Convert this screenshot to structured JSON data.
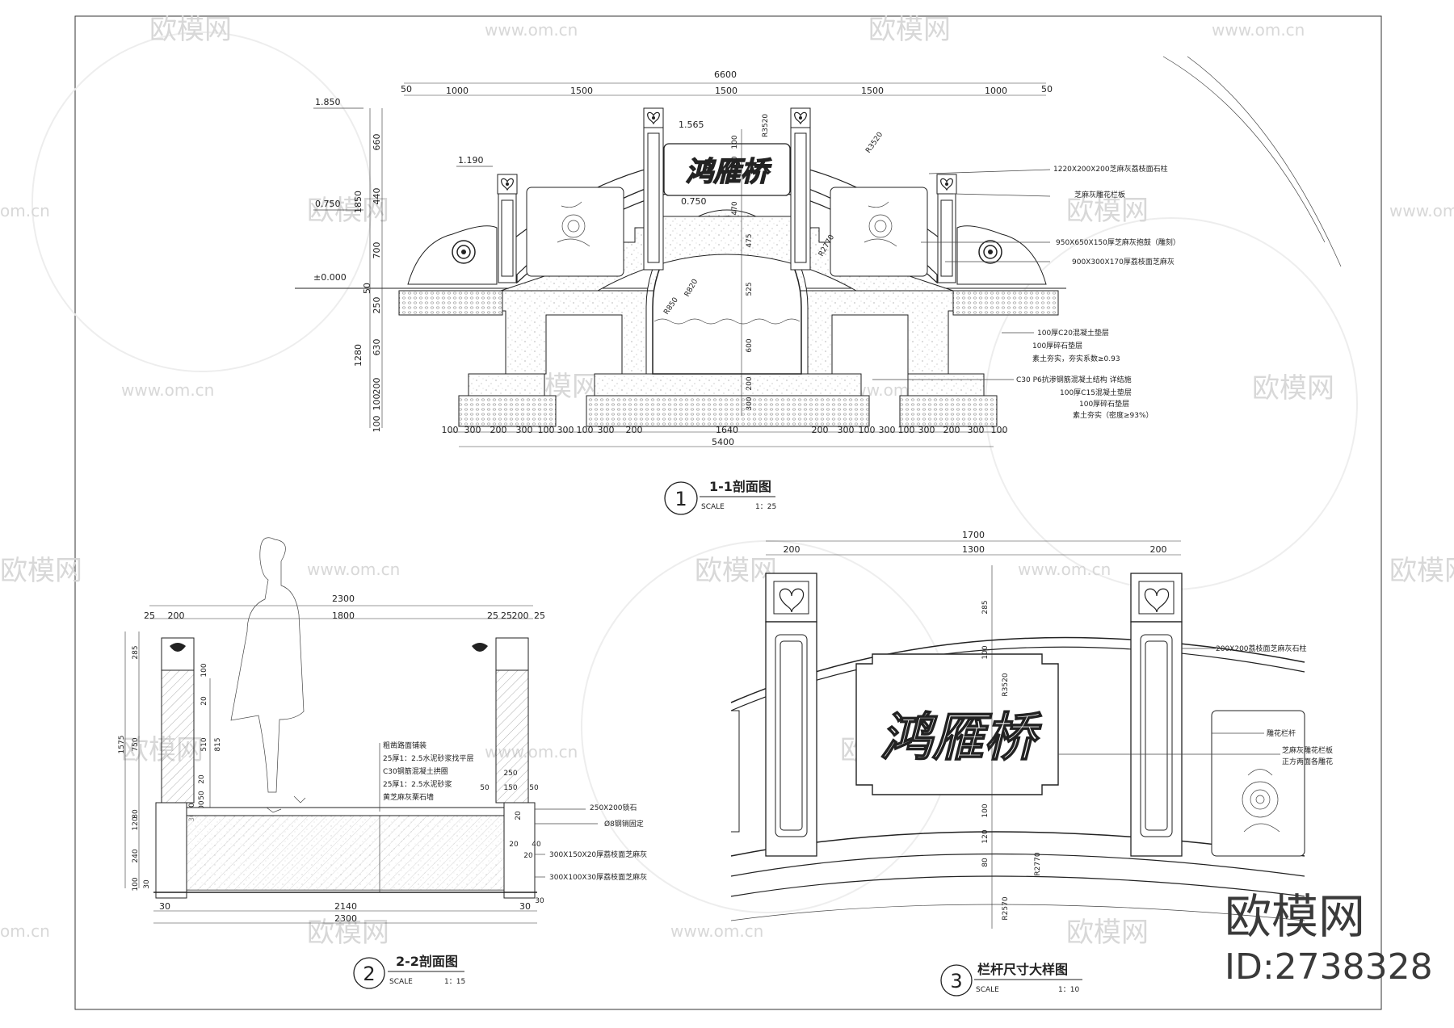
{
  "watermark": {
    "brand": "欧模网",
    "url": "www.om.cn",
    "url_partial": "om.cn"
  },
  "stamp": {
    "brand": "欧模网",
    "id": "ID:2738328"
  },
  "bridge_name": "鸿雁桥",
  "section1": {
    "number": "1",
    "title": "1-1剖面图",
    "scale_label": "SCALE",
    "scale_value": "1：25",
    "dims_top_total": "6600",
    "dims_top": [
      "50",
      "1000",
      "1500",
      "1500",
      "1500",
      "1000",
      "50"
    ],
    "elevations": [
      "1.850",
      "1.565",
      "1.190",
      "0.750",
      "0.750",
      "±0.000"
    ],
    "left_dims": [
      "660",
      "1850",
      "440",
      "700",
      "50",
      "250",
      "630",
      "1280",
      "200",
      "100",
      "100"
    ],
    "radii": [
      "R3520",
      "R3520",
      "R2770",
      "R820",
      "R850"
    ],
    "inner_dims": [
      "100",
      "130",
      "470",
      "475",
      "525",
      "600",
      "200",
      "300"
    ],
    "callouts": [
      "1220X200X200芝麻灰荔枝面石柱",
      "芝麻灰雕花栏板",
      "950X650X150厚芝麻灰抱鼓（雕刻）",
      "900X300X170厚荔枝面芝麻灰",
      "100厚C20混凝土垫层",
      "100厚碎石垫层",
      "素土夯实，夯实系数≥0.93",
      "C30  P6抗渗钢筋混凝土结构  详结施",
      "100厚C15混凝土垫层",
      "100厚碎石垫层",
      "素土夯实（密度≥93%）"
    ],
    "dims_bottom": [
      "100",
      "300",
      "200",
      "300",
      "100",
      "300",
      "100",
      "300",
      "200",
      "1640",
      "200",
      "300",
      "100",
      "300",
      "100",
      "300",
      "200",
      "300",
      "100"
    ],
    "dims_bottom_total": "5400"
  },
  "section2": {
    "number": "2",
    "title": "2-2剖面图",
    "scale_label": "SCALE",
    "scale_value": "1：15",
    "dims_top_total": "2300",
    "dims_top": [
      "25",
      "200",
      "1800",
      "25",
      "25",
      "200",
      "25"
    ],
    "left_dims": [
      "285",
      "100",
      "20",
      "510",
      "815",
      "750",
      "1575",
      "20",
      "50",
      "100",
      "80",
      "120",
      "30",
      "240",
      "100",
      "30",
      "50"
    ],
    "right_dims": [
      "250",
      "50",
      "150",
      "50",
      "20",
      "20",
      "40",
      "20",
      "30"
    ],
    "notes": [
      "粗凿路面铺装",
      "25厚1：2.5水泥砂浆找平层",
      "C30钢筋混凝土拱圈",
      "25厚1：2.5水泥砂浆",
      "黄芝麻灰栗石墙"
    ],
    "callouts": [
      "250X200锁石",
      "Ø8钢销固定",
      "300X150X20厚荔枝面芝麻灰",
      "300X100X30厚荔枝面芝麻灰"
    ],
    "dims_bottom": [
      "30",
      "2140",
      "30"
    ],
    "dims_bottom_total": "2300"
  },
  "section3": {
    "number": "3",
    "title": "栏杆尺寸大样图",
    "scale_label": "SCALE",
    "scale_value": "1：10",
    "dims_top_total": "1700",
    "dims_top": [
      "200",
      "1300",
      "200"
    ],
    "v_dims": [
      "285",
      "100",
      "100",
      "120",
      "80"
    ],
    "radii": [
      "R3520",
      "R2770",
      "R2570"
    ],
    "callouts": [
      "200X200荔枝面芝麻灰石柱",
      "雕花栏杆",
      "芝麻灰雕花栏板",
      "正方两面各雕花"
    ]
  }
}
